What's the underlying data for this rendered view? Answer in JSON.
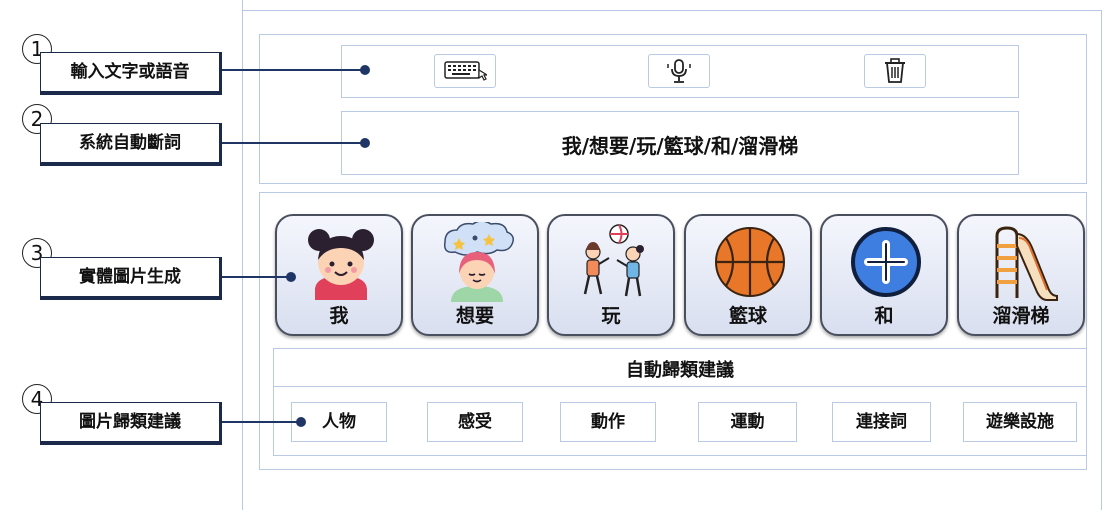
{
  "callouts": [
    {
      "number": "1",
      "label": "輸入文字或語音"
    },
    {
      "number": "2",
      "label": "系統自動斷詞"
    },
    {
      "number": "3",
      "label": "實體圖片生成"
    },
    {
      "number": "4",
      "label": "圖片歸類建議"
    }
  ],
  "input_toolbar": {
    "icons": [
      "keyboard-icon",
      "microphone-icon",
      "trash-icon"
    ]
  },
  "segmented_sentence": "我/想要/玩/籃球/和/溜滑梯",
  "picture_cards": [
    {
      "label": "我",
      "icon": "girl-icon"
    },
    {
      "label": "想要",
      "icon": "dreaming-person-icon"
    },
    {
      "label": "玩",
      "icon": "kids-playing-ball-icon"
    },
    {
      "label": "籃球",
      "icon": "basketball-icon"
    },
    {
      "label": "和",
      "icon": "plus-circle-icon"
    },
    {
      "label": "溜滑梯",
      "icon": "slide-icon"
    }
  ],
  "suggestions": {
    "title": "自動歸類建議",
    "categories": [
      "人物",
      "感受",
      "動作",
      "運動",
      "連接詞",
      "遊樂設施"
    ]
  },
  "colors": {
    "accent_navy": "#1f3565",
    "border_light_blue": "#b9c9e6",
    "card_fill": "#dde3f2"
  }
}
